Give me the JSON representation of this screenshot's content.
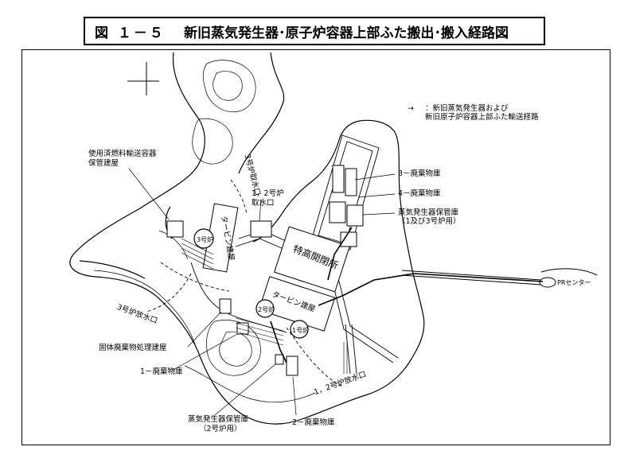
{
  "figure": {
    "number": "図 １－５",
    "title": "新旧蒸気発生器･原子炉容器上部ふた搬出･搬入経路図"
  },
  "legend": {
    "arrow": "→",
    "line1": "：新旧蒸気発生器および",
    "line2": "新旧原子炉容器上部ふた輸送経路"
  },
  "labels": {
    "spent_fuel_1": "使用済燃料輸送容器",
    "spent_fuel_2": "保管建屋",
    "intake3": "3号炉取水口",
    "intake12_1": "1，2号炉",
    "intake12_2": "取水口",
    "waste3": "3－廃棄物庫",
    "waste4": "4－廃棄物庫",
    "sg_store13_1": "蒸気発生器保管庫",
    "sg_store13_2": "（1及び3号炉用）",
    "pr_center": "PRセンター",
    "reactor3": "3号炉",
    "turbine3": "タービン建屋",
    "special_storage": "特高開閉所",
    "turbine12": "タービン建屋",
    "reactor2": "2号炉",
    "reactor1": "1号炉",
    "outlet3": "3号炉放水口",
    "solid_waste": "固体廃棄物処理建屋",
    "waste1": "1－廃棄物庫",
    "outlet12": "1，2号炉放水口",
    "sg_store2_1": "蒸気発生器保管庫",
    "sg_store2_2": "（2号炉用）",
    "waste2": "2－廃棄物庫"
  }
}
